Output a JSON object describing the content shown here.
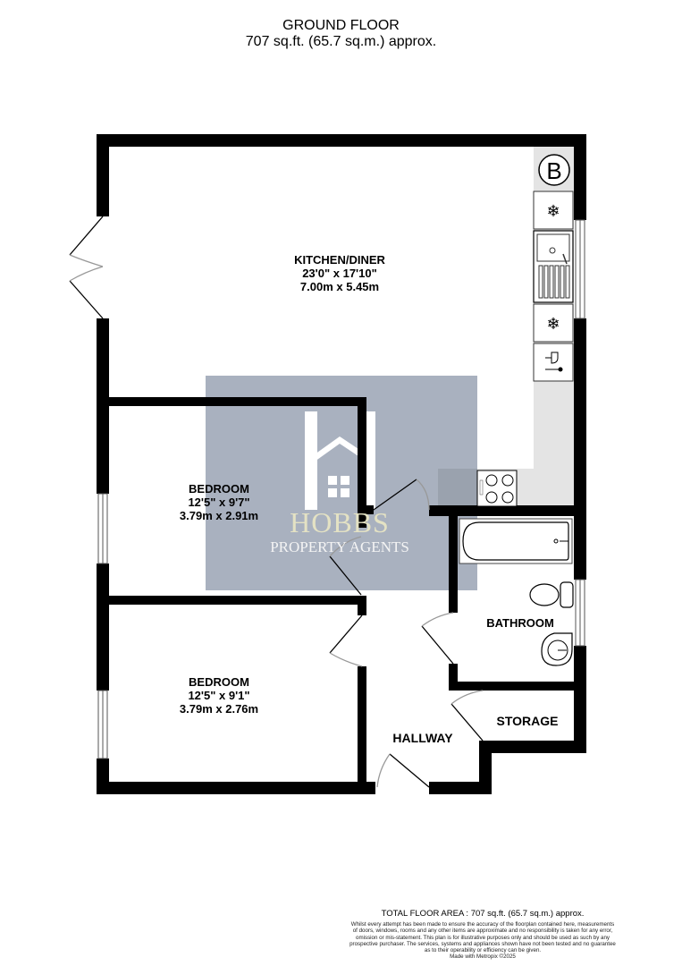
{
  "header": {
    "floor_name": "GROUND FLOOR",
    "floor_area": "707 sq.ft. (65.7 sq.m.) approx."
  },
  "rooms": {
    "kitchen": {
      "name": "KITCHEN/DINER",
      "imperial": "23'0\"  x 17'10\"",
      "metric": "7.00m  x 5.45m"
    },
    "bedroom1": {
      "name": "BEDROOM",
      "imperial": "12'5\"  x 9'7\"",
      "metric": "3.79m  x 2.91m"
    },
    "bedroom2": {
      "name": "BEDROOM",
      "imperial": "12'5\"  x 9'1\"",
      "metric": "3.79m  x 2.76m"
    },
    "bathroom": {
      "name": "BATHROOM"
    },
    "storage": {
      "name": "STORAGE"
    },
    "hallway": {
      "name": "HALLWAY"
    }
  },
  "symbols": {
    "boiler_letter": "B",
    "fridge_icon": "snowflake-icon",
    "freezer_icon": "snowflake-icon",
    "sink_icon": "sink-icon",
    "washer_icon": "wine-glass-icon",
    "hob_icon": "hob-icon"
  },
  "watermark": {
    "brand": "HOBBS",
    "tagline": "PROPERTY AGENTS",
    "overlay_color": "#a9b1bf",
    "brand_color": "#e8e6c8"
  },
  "colors": {
    "wall": "#000000",
    "kitchen_counter": "#e4e4e4",
    "window": "#ffffff"
  },
  "footer": {
    "total": "TOTAL FLOOR AREA : 707 sq.ft. (65.7 sq.m.) approx.",
    "disclaimer_lines": [
      "Whilst every attempt has been made to ensure the accuracy of the floorplan contained here, measurements",
      "of doors, windows, rooms and any other items are approximate and no responsibility is taken for any error,",
      "omission or mis-statement. This plan is for illustrative purposes only and should be used as such by any",
      "prospective purchaser. The services, systems and appliances shown have not been tested and no guarantee",
      "as to their operability or efficiency can be given."
    ],
    "made_with": "Made with Metropix ©2025"
  }
}
